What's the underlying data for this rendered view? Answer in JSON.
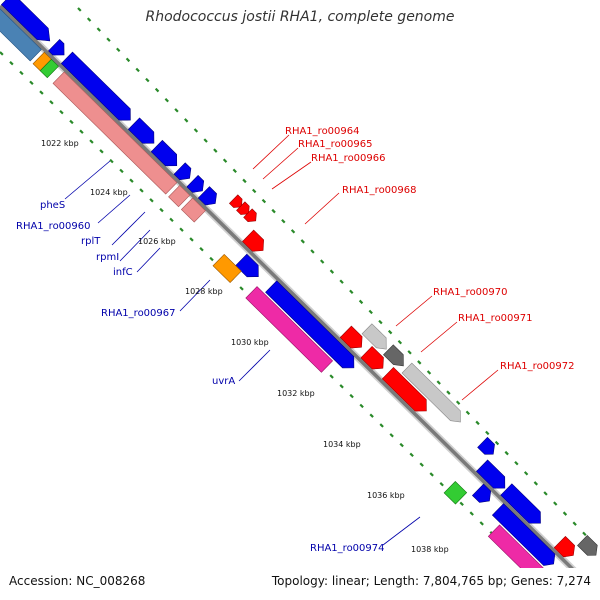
{
  "title": "Rhodococcus jostii RHA1, complete genome",
  "accession": "Accession: NC_008268",
  "summary": "Topology: linear; Length: 7,804,765 bp; Genes: 7,274",
  "colors": {
    "backbone": "#8a8a8a",
    "tick": "#2a8a2a",
    "blue": "#0000ee",
    "pink_light": "#ee8f8f",
    "pink_hot": "#ee2aa6",
    "red": "#ff0000",
    "orange": "#ff9900",
    "green": "#33cc33",
    "grey_light": "#c8c8c8",
    "grey_dark": "#666666",
    "steel": "#4a82b4",
    "label_blue": "#0000aa",
    "label_red": "#dd0000"
  },
  "kbp_labels": [
    "1022 kbp",
    "1024 kbp",
    "1026 kbp",
    "1028 kbp",
    "1030 kbp",
    "1032 kbp",
    "1034 kbp",
    "1036 kbp",
    "1038 kbp"
  ],
  "gene_labels_blue": [
    "pheS",
    "RHA1_ro00960",
    "rplT",
    "rpmI",
    "infC",
    "RHA1_ro00967",
    "uvrA",
    "RHA1_ro00974"
  ],
  "gene_labels_red": [
    "RHA1_ro00964",
    "RHA1_ro00965",
    "RHA1_ro00966",
    "RHA1_ro00968",
    "RHA1_ro00970",
    "RHA1_ro00971",
    "RHA1_ro00972"
  ]
}
